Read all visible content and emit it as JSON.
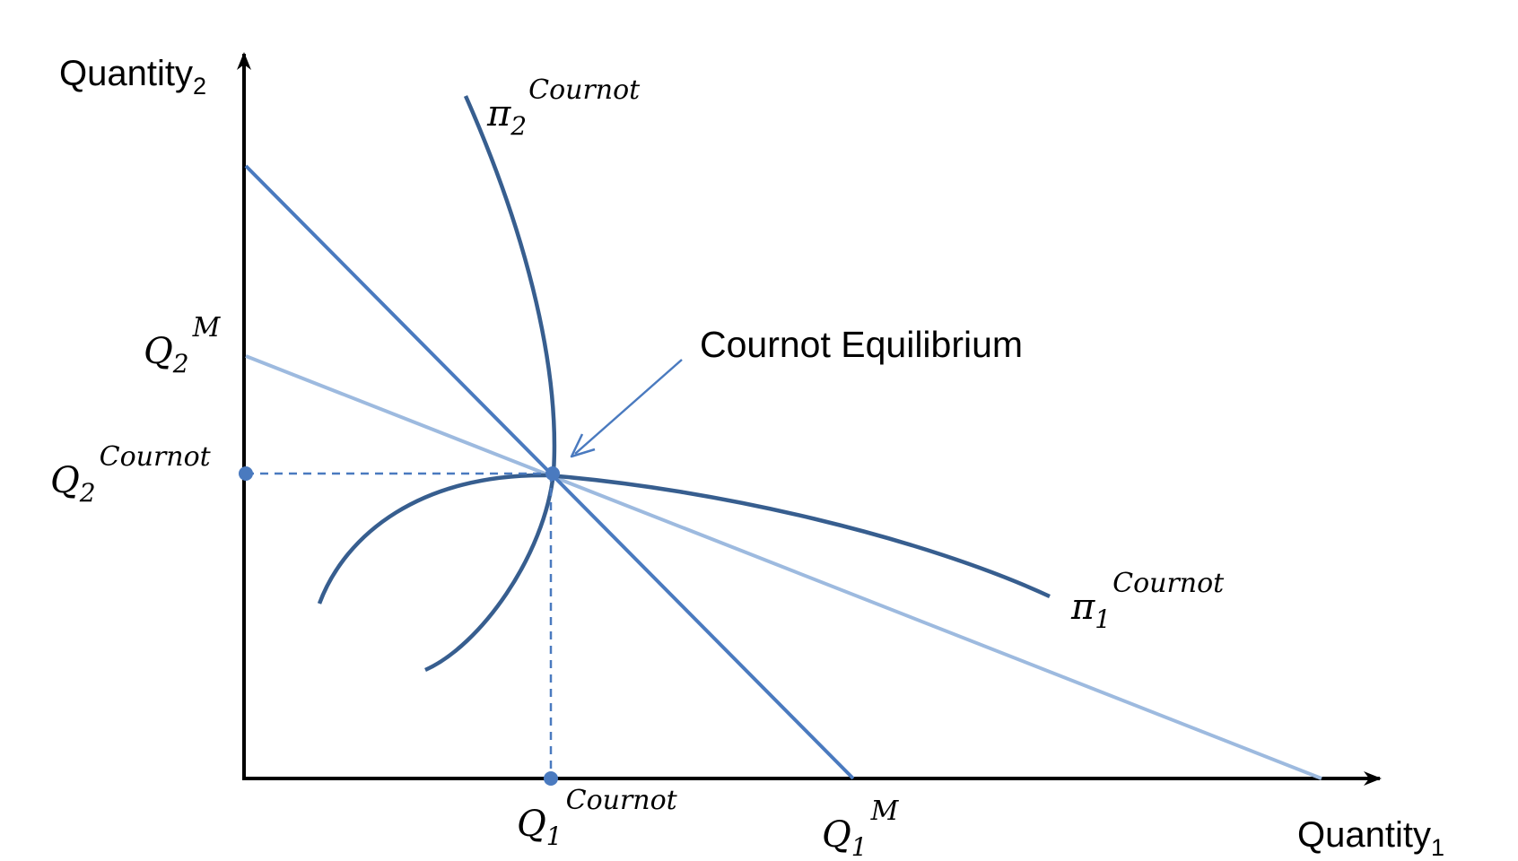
{
  "axes": {
    "y_label": "Quantity",
    "y_label_sub": "2",
    "x_label": "Quantity",
    "x_label_sub": "1"
  },
  "labels": {
    "q2m": {
      "base": "Q",
      "sub": "2",
      "sup": "M"
    },
    "q2c": {
      "base": "Q",
      "sub": "2",
      "sup": "Cournot"
    },
    "q1c": {
      "base": "Q",
      "sub": "1",
      "sup": "Cournot"
    },
    "q1m": {
      "base": "Q",
      "sub": "1",
      "sup": "M"
    },
    "pi2": {
      "base": "π",
      "sub": "2",
      "sup": "Cournot"
    },
    "pi1": {
      "base": "π",
      "sub": "1",
      "sup": "Cournot"
    }
  },
  "annotation": {
    "text": "Cournot Equilibrium"
  },
  "colors": {
    "axis": "#000000",
    "reaction_steep": "#4a7abf",
    "reaction_shallow": "#9dbadf",
    "isoprofit": "#375e8f",
    "guide": "#4a7abf",
    "point": "#4a7abf",
    "arrow": "#4a7abf"
  }
}
